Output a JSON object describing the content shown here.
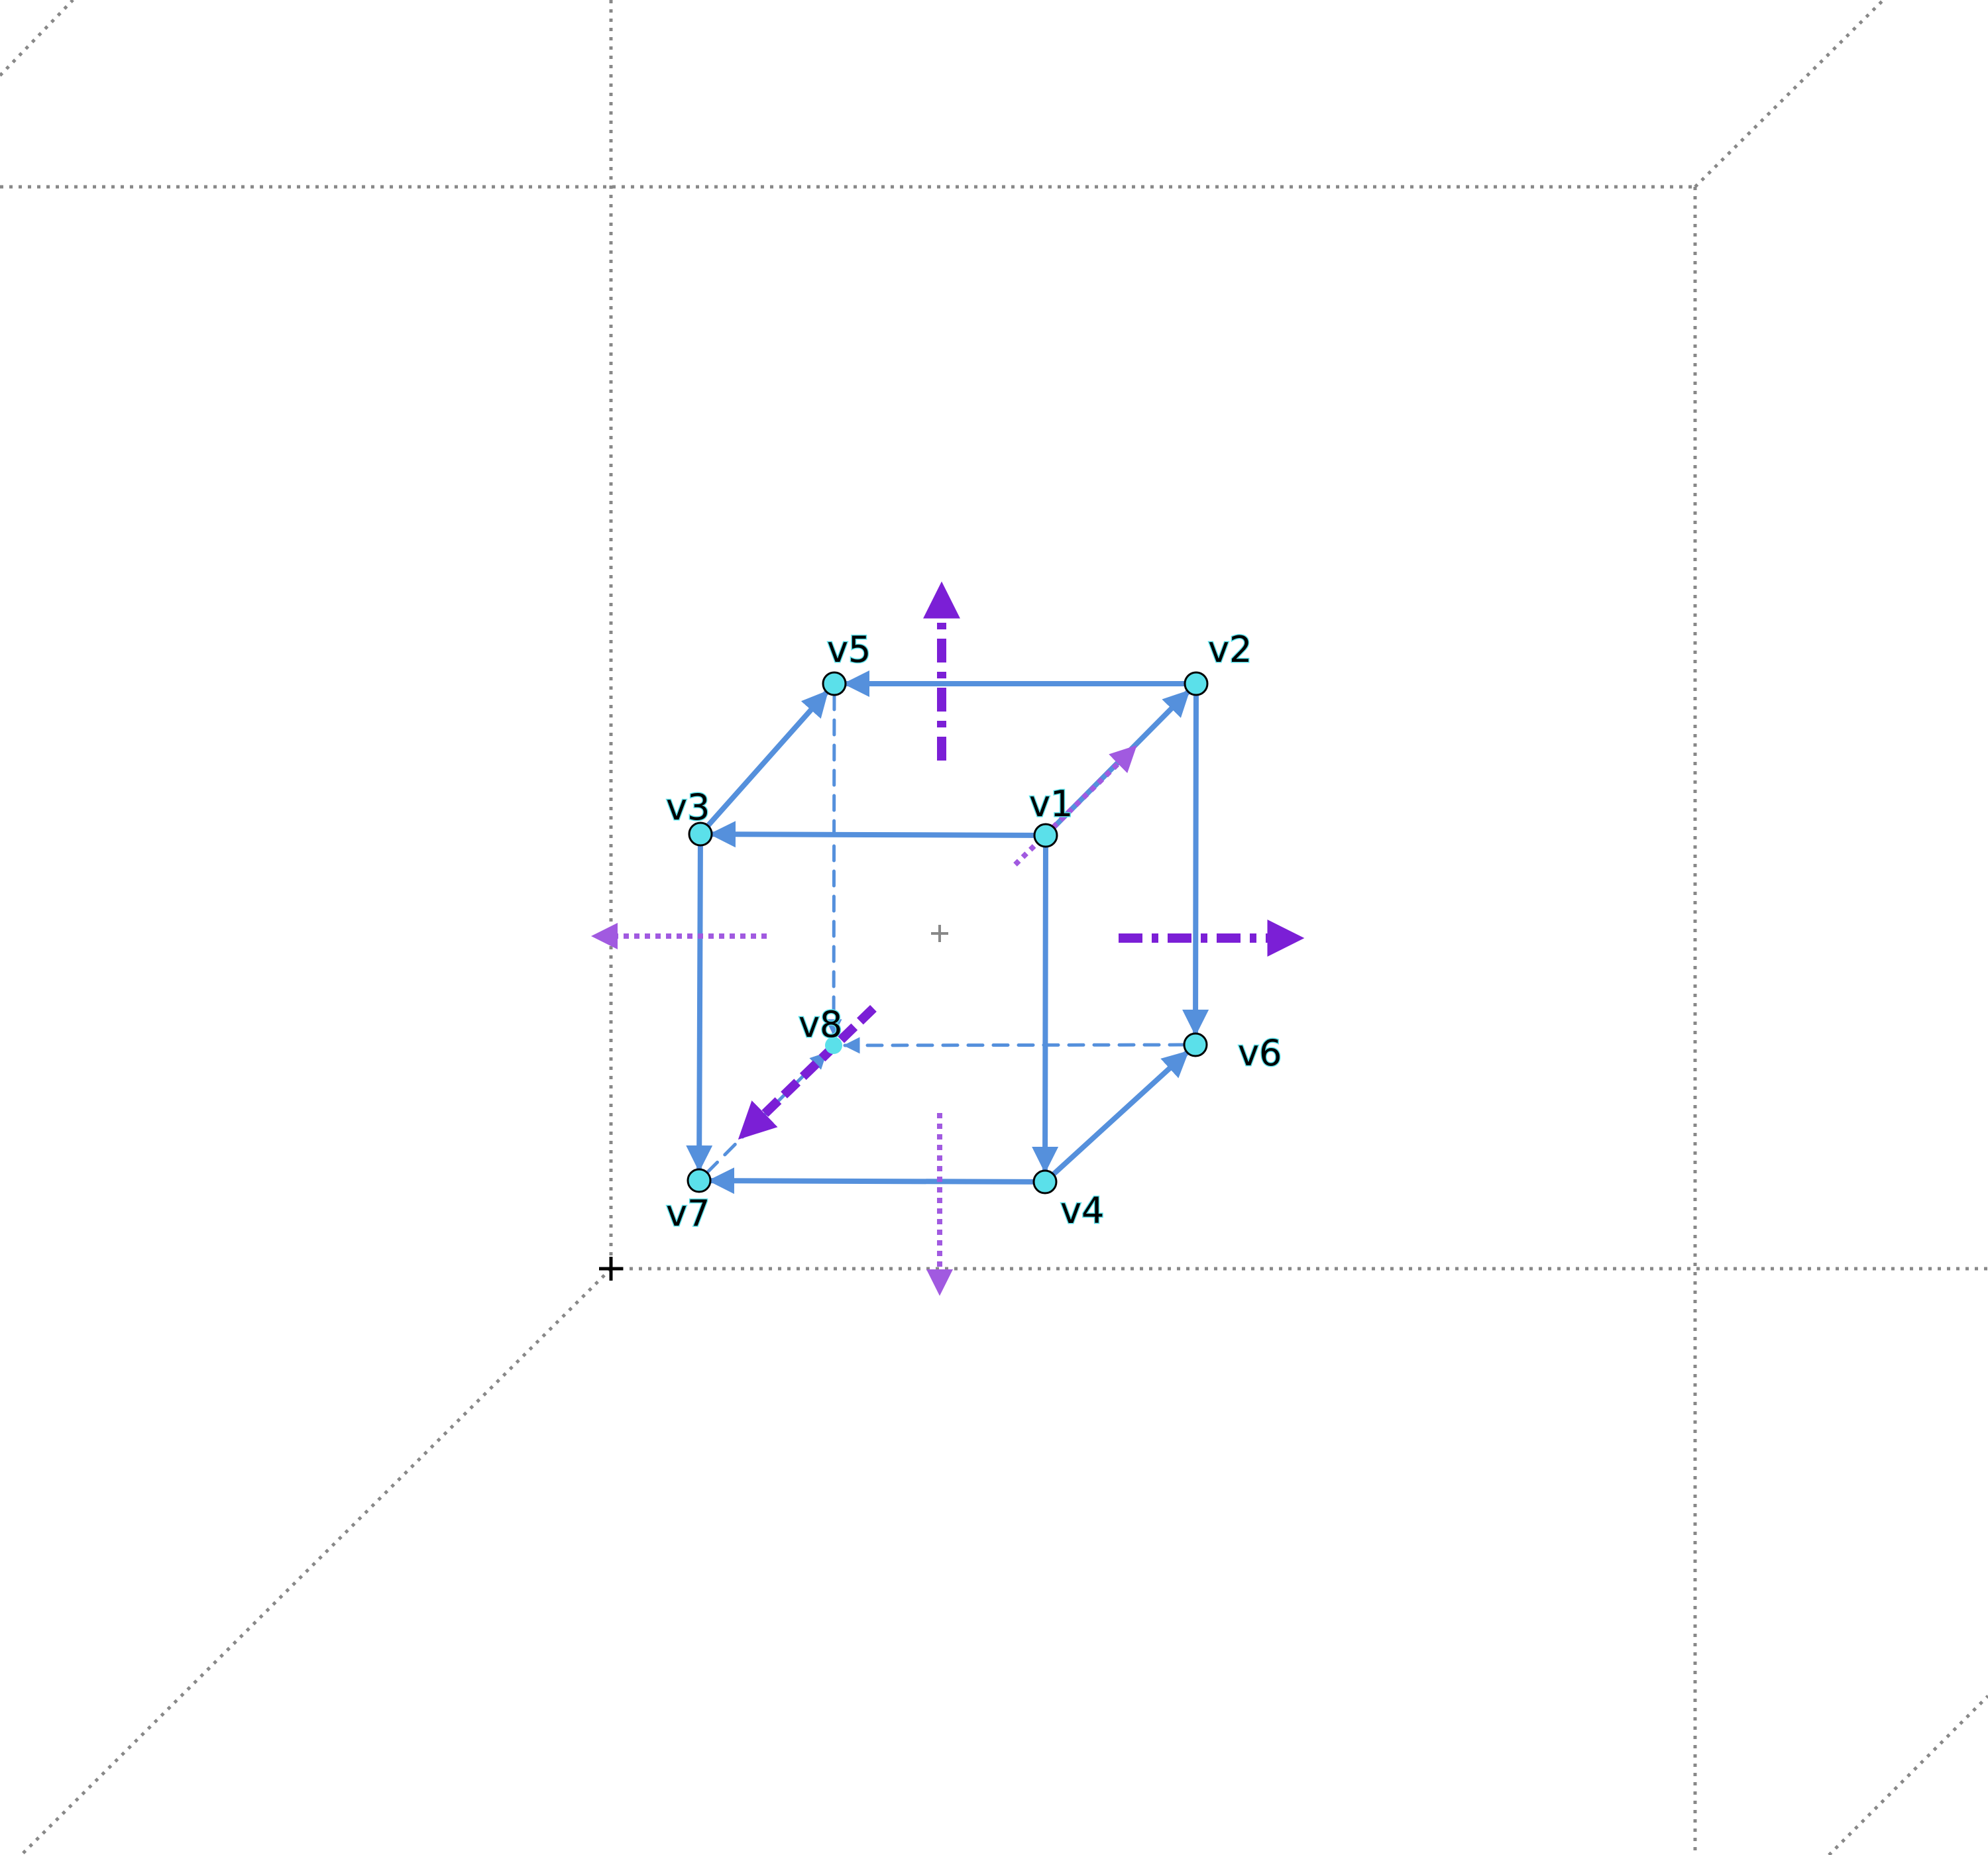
{
  "colors": {
    "background": "#ffffff",
    "grid_line": "#888888",
    "edge": "#5590dc",
    "vertex_fill": "#5be0ea",
    "vertex_stroke": "#000000",
    "normal_strong": "#7b1fd6",
    "normal_light": "#a15ae0",
    "center_mark": "#888888",
    "origin_mark": "#000000"
  },
  "vertices": [
    {
      "id": "v1",
      "label": "v1"
    },
    {
      "id": "v2",
      "label": "v2"
    },
    {
      "id": "v3",
      "label": "v3"
    },
    {
      "id": "v4",
      "label": "v4"
    },
    {
      "id": "v5",
      "label": "v5"
    },
    {
      "id": "v6",
      "label": "v6"
    },
    {
      "id": "v7",
      "label": "v7"
    },
    {
      "id": "v8",
      "label": "v8",
      "hidden": true
    }
  ],
  "edges": [
    {
      "from": "v2",
      "to": "v5",
      "style": "solid"
    },
    {
      "from": "v3",
      "to": "v5",
      "style": "solid"
    },
    {
      "from": "v1",
      "to": "v3",
      "style": "solid"
    },
    {
      "from": "v1",
      "to": "v2",
      "style": "solid"
    },
    {
      "from": "v2",
      "to": "v6",
      "style": "solid"
    },
    {
      "from": "v3",
      "to": "v7",
      "style": "solid"
    },
    {
      "from": "v1",
      "to": "v4",
      "style": "solid"
    },
    {
      "from": "v4",
      "to": "v7",
      "style": "solid"
    },
    {
      "from": "v4",
      "to": "v6",
      "style": "solid"
    },
    {
      "from": "v5",
      "to": "v8",
      "style": "dashed"
    },
    {
      "from": "v6",
      "to": "v8",
      "style": "dashed"
    },
    {
      "from": "v7",
      "to": "v8",
      "style": "dashed"
    }
  ],
  "face_normals": [
    {
      "name": "top",
      "style": "dash-dot"
    },
    {
      "name": "bottom",
      "style": "dotted"
    },
    {
      "name": "left",
      "style": "dotted"
    },
    {
      "name": "right",
      "style": "dash-dot"
    },
    {
      "name": "front",
      "style": "dashed"
    },
    {
      "name": "back",
      "style": "dotted"
    }
  ]
}
